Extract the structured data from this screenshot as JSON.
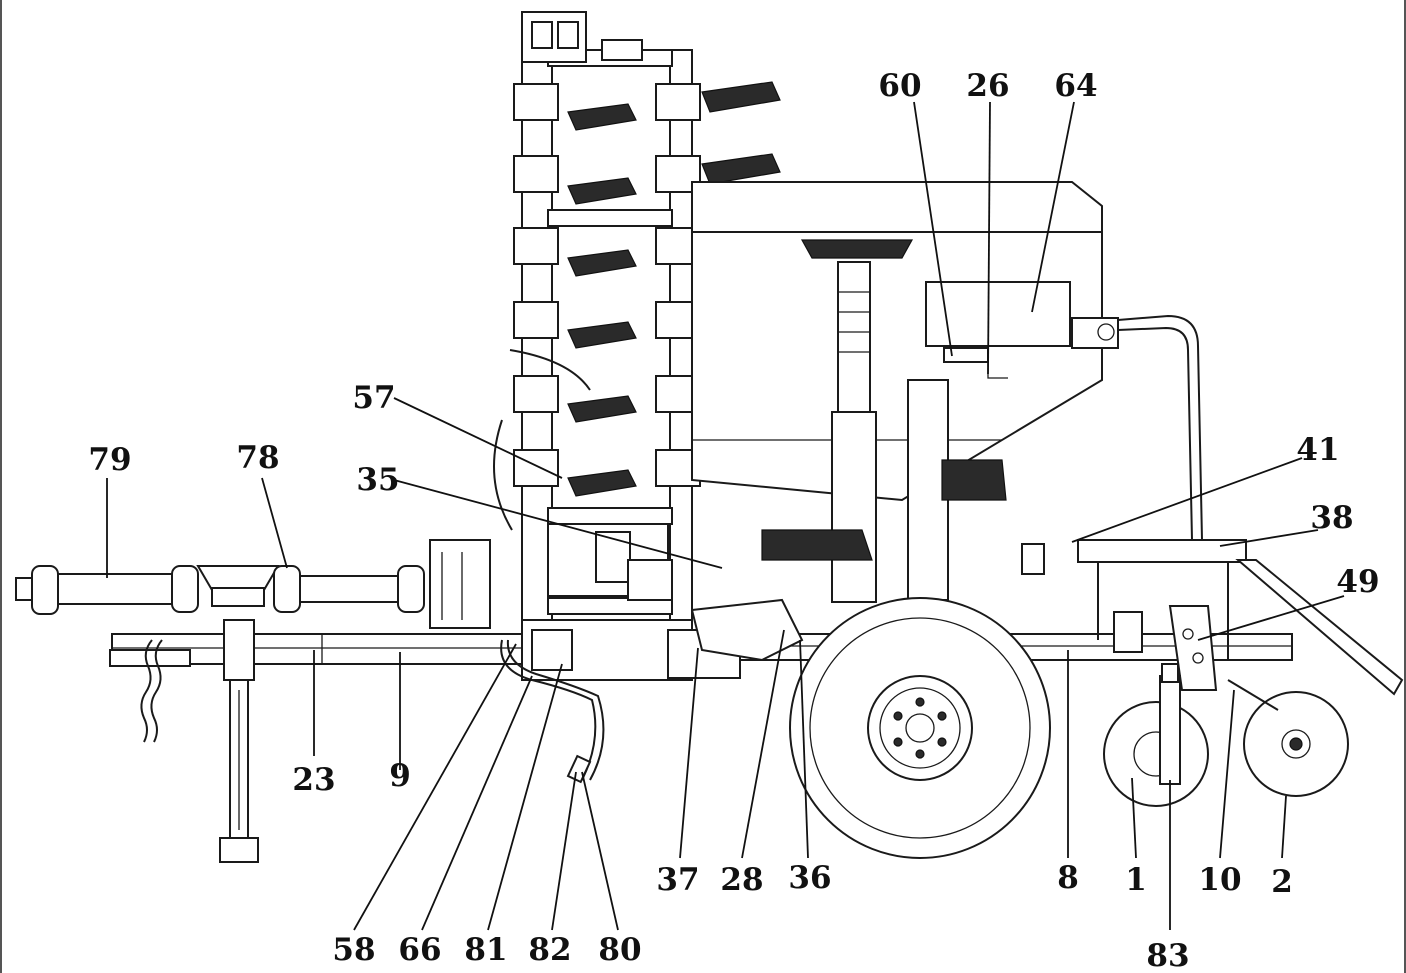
{
  "colors": {
    "ink": "#1a1a1a",
    "background": "#ffffff"
  },
  "labels": {
    "l79": "79",
    "l78": "78",
    "l57": "57",
    "l35": "35",
    "l60": "60",
    "l26": "26",
    "l64": "64",
    "l41": "41",
    "l38": "38",
    "l49": "49",
    "l23": "23",
    "l9": "9",
    "l58": "58",
    "l66": "66",
    "l81": "81",
    "l82": "82",
    "l80": "80",
    "l37": "37",
    "l28": "28",
    "l36": "36",
    "l8": "8",
    "l1": "1",
    "l83": "83",
    "l10": "10",
    "l2": "2"
  }
}
